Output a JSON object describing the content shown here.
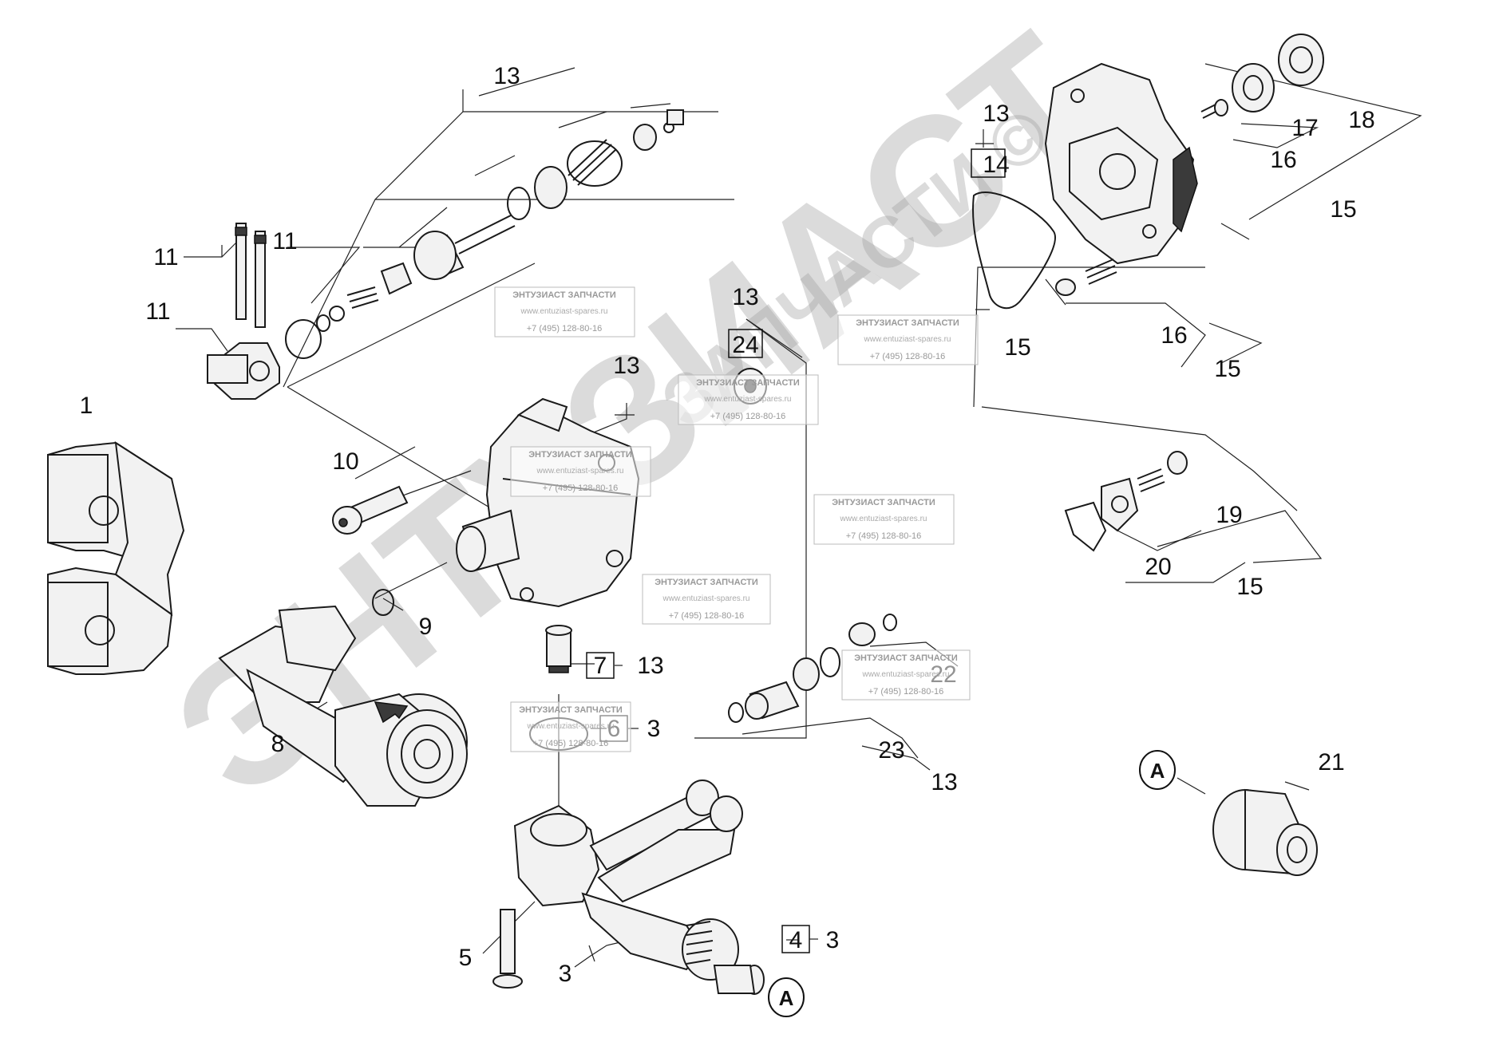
{
  "labels": {
    "n1": "1",
    "n3a": "3",
    "n3b": "3",
    "n3c": "3",
    "n4": "4",
    "n5": "5",
    "n6": "6",
    "n7": "7",
    "n8": "8",
    "n9": "9",
    "n10": "10",
    "n11a": "11",
    "n11b": "11",
    "n11c": "11",
    "n13a": "13",
    "n13b": "13",
    "n13c": "13",
    "n13d": "13",
    "n13e": "13",
    "n13f": "13",
    "n14": "14",
    "n15a": "15",
    "n15b": "15",
    "n15c": "15",
    "n15d": "15",
    "n16a": "16",
    "n16b": "16",
    "n17": "17",
    "n18": "18",
    "n19": "19",
    "n20": "20",
    "n21": "21",
    "n22": "22",
    "n23": "23",
    "n24": "24",
    "connA1": "A",
    "connA2": "A"
  },
  "watermark": {
    "main": "ЭНТУЗИАСТ",
    "secondary": "ЗАПЧАСТИ ©"
  },
  "stamp": {
    "line1": "ЭНТУЗИАСТ ЗАПЧАСТИ",
    "line2": "www.entuziast-spares.ru",
    "line3": "+7 (495) 128-80-16"
  }
}
